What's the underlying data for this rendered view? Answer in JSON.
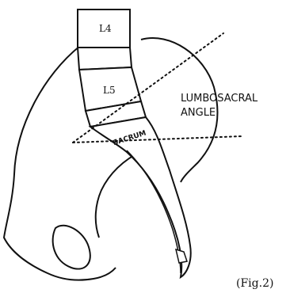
{
  "diagram": {
    "vertebra_upper": "L4",
    "vertebra_lower": "L5",
    "sacrum": "SACRUM",
    "angle_label_line1": "LUMBOSACRAL",
    "angle_label_line2": "ANGLE",
    "figure_caption": "(Fig.2)"
  }
}
